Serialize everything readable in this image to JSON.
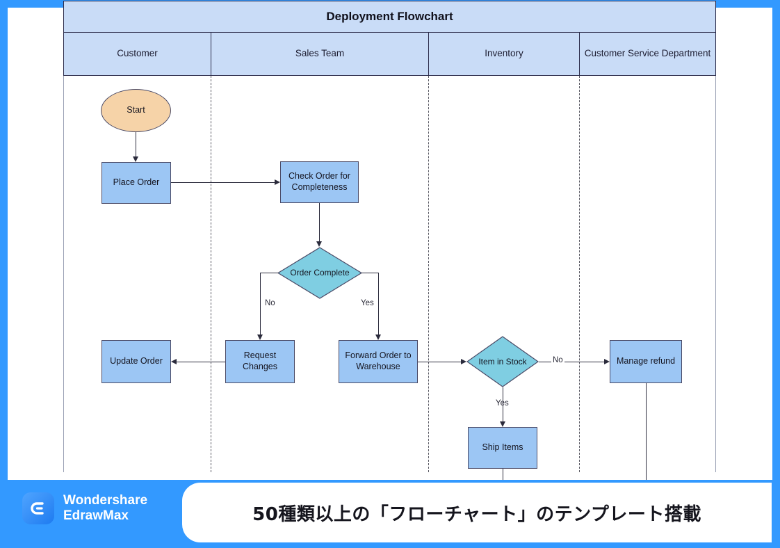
{
  "diagram": {
    "title": "Deployment Flowchart",
    "lanes": [
      {
        "id": "customer",
        "label": "Customer"
      },
      {
        "id": "sales-team",
        "label": "Sales Team"
      },
      {
        "id": "inventory",
        "label": "Inventory"
      },
      {
        "id": "customer-service",
        "label": "Customer Service Department"
      }
    ],
    "nodes": [
      {
        "id": "start",
        "label": "Start",
        "shape": "terminator",
        "lane": "customer"
      },
      {
        "id": "place-order",
        "label": "Place Order",
        "shape": "process",
        "lane": "customer"
      },
      {
        "id": "check-order",
        "label": "Check Order for Completeness",
        "shape": "process",
        "lane": "sales-team"
      },
      {
        "id": "order-complete",
        "label": "Order Complete",
        "shape": "decision",
        "lane": "sales-team"
      },
      {
        "id": "request-changes",
        "label": "Request Changes",
        "shape": "process",
        "lane": "sales-team"
      },
      {
        "id": "update-order",
        "label": "Update Order",
        "shape": "process",
        "lane": "customer"
      },
      {
        "id": "forward-order",
        "label": "Forward Order to Warehouse",
        "shape": "process",
        "lane": "sales-team"
      },
      {
        "id": "item-in-stock",
        "label": "Item in Stock",
        "shape": "decision",
        "lane": "inventory"
      },
      {
        "id": "ship-items",
        "label": "Ship Items",
        "shape": "process",
        "lane": "inventory"
      },
      {
        "id": "manage-refund",
        "label": "Manage refund",
        "shape": "process",
        "lane": "customer-service"
      }
    ],
    "edge_labels": {
      "order_complete_no": "No",
      "order_complete_yes": "Yes",
      "item_in_stock_no": "No",
      "item_in_stock_yes": "Yes"
    },
    "colors": {
      "frame": "#3399FF",
      "lane_header_fill": "#C9DCF7",
      "process_fill": "#9CC6F4",
      "decision_fill": "#7FCEE2",
      "terminator_fill": "#F6D3A8",
      "stroke": "#4A4A66"
    }
  },
  "banner": {
    "text": "50種類以上の「フローチャート」のテンプレート搭載",
    "brand_line1": "Wondershare",
    "brand_line2": "EdrawMax"
  }
}
